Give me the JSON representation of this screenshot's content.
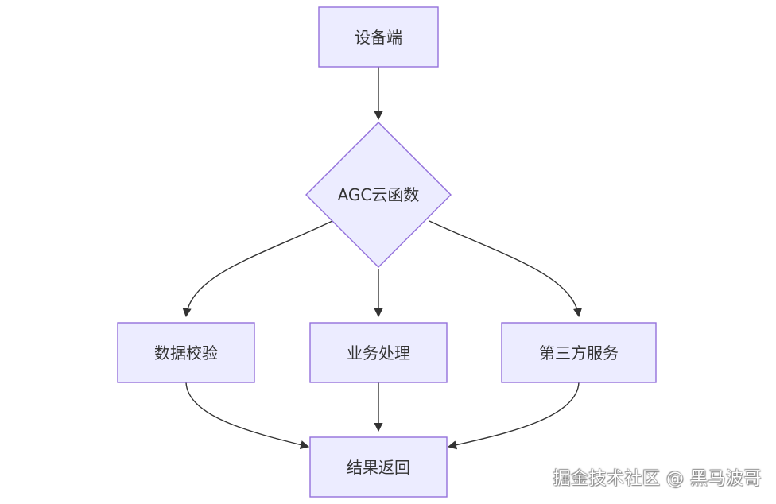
{
  "nodes": {
    "device": "设备端",
    "cloud_function": "AGC云函数",
    "validation": "数据校验",
    "business": "业务处理",
    "third_party": "第三方服务",
    "result": "结果返回"
  },
  "edges": [
    [
      "device",
      "cloud_function"
    ],
    [
      "cloud_function",
      "validation"
    ],
    [
      "cloud_function",
      "business"
    ],
    [
      "cloud_function",
      "third_party"
    ],
    [
      "validation",
      "result"
    ],
    [
      "business",
      "result"
    ],
    [
      "third_party",
      "result"
    ]
  ],
  "colors": {
    "node_fill": "#ECECFF",
    "node_stroke": "#9370DB",
    "edge": "#333333",
    "text": "#333333"
  },
  "watermark": "掘金技术社区 @ 黑马波哥"
}
